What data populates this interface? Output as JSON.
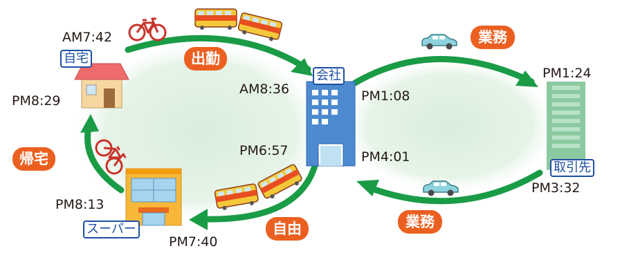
{
  "locations": {
    "home": "自宅",
    "office": "会社",
    "client": "取引先",
    "supermarket": "スーパー"
  },
  "activities": {
    "commute": "出勤",
    "business_out": "業務",
    "business_back": "業務",
    "free": "自由",
    "return_home": "帰宅"
  },
  "times": {
    "leave_home": "AM7:42",
    "arrive_office": "AM8:36",
    "leave_office_business": "PM1:08",
    "arrive_client": "PM1:24",
    "leave_client": "PM3:32",
    "return_office": "PM4:01",
    "leave_office": "PM6:57",
    "arrive_supermarket": "PM7:40",
    "leave_supermarket": "PM8:13",
    "arrive_home": "PM8:29"
  },
  "colors": {
    "arrow": "#1a9b46",
    "pill": "#eb6020",
    "label_border": "#1d4fa3",
    "blob": "#d9eedd"
  },
  "icons": [
    "bicycle-icon",
    "train-icon",
    "car-icon",
    "house-icon",
    "office-building-icon",
    "client-building-icon",
    "supermarket-icon"
  ]
}
